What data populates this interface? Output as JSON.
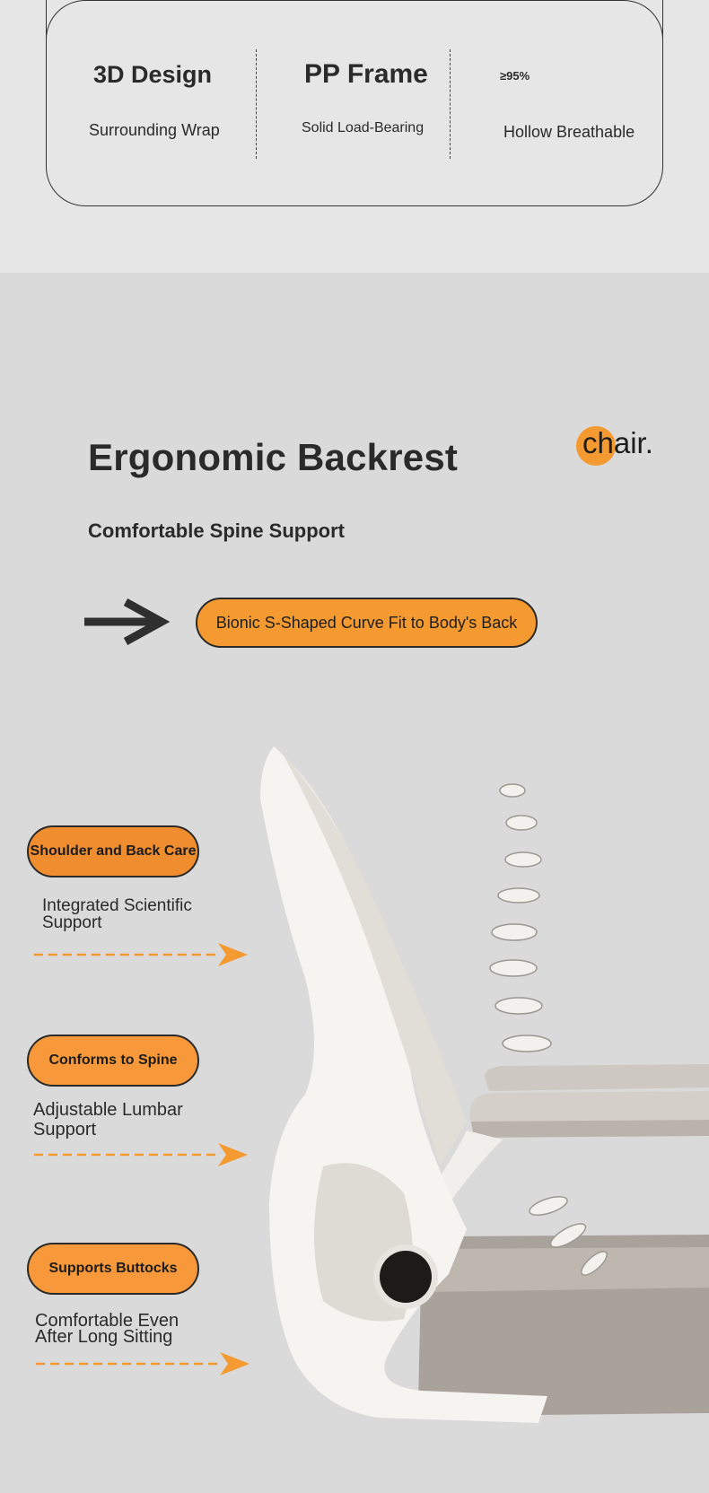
{
  "features": [
    {
      "title": "3D Design",
      "subtitle": "Surrounding Wrap"
    },
    {
      "title": "PP Frame",
      "subtitle": "Solid Load-Bearing"
    },
    {
      "title": "≥95%",
      "subtitle": "Hollow Breathable"
    }
  ],
  "hero": {
    "title": "Ergonomic Backrest",
    "subtitle": "Comfortable Spine Support",
    "logo": "chair.",
    "banner": "Bionic S-Shaped Curve Fit to Body's Back"
  },
  "callouts": [
    {
      "pill": "Shoulder and Back Care",
      "desc_line1": "Integrated Scientific",
      "desc_line2": "Support"
    },
    {
      "pill": "Conforms to Spine",
      "desc_line1": "Adjustable Lumbar",
      "desc_line2": "Support"
    },
    {
      "pill": "Supports Buttocks",
      "desc_line1": "Comfortable Even",
      "desc_line2": "After Long Sitting"
    }
  ],
  "colors": {
    "accent": "#f59a30",
    "text": "#2a2a2a",
    "background": "#dadada"
  },
  "icons": {
    "banner_arrow": "right-arrow-icon",
    "callout_arrow": "dashed-arrow-icon"
  }
}
